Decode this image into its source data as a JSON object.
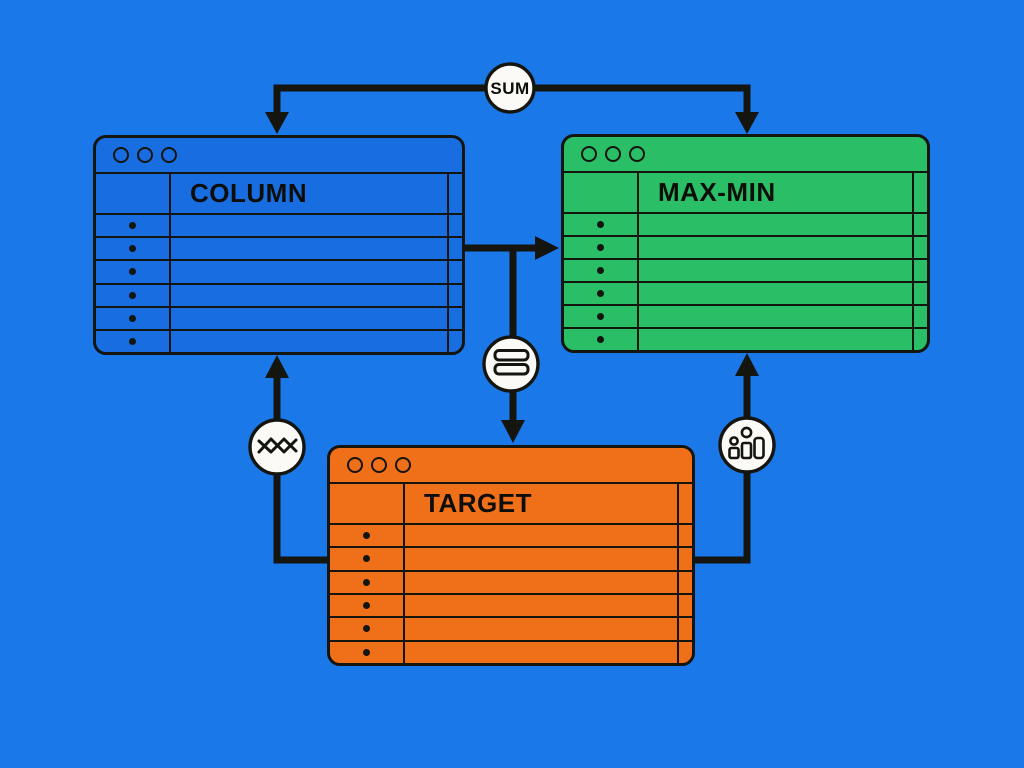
{
  "diagram": {
    "description": "Three window tables linked by arrows: COLUMN and MAX-MIN receive a SUM split from the top, COLUMN flows right into MAX-MIN, an equals junction drops into TARGET, and TARGET feeds back up into COLUMN (trend-line badge) and MAX-MIN (bar-chart badge)."
  },
  "colors": {
    "bg": "#1A78E8",
    "win_blue": "#186EE0",
    "win_green": "#2ABE66",
    "win_orange": "#F0701A",
    "line": "#14150f",
    "badge": "#FBFAF6"
  },
  "badges": {
    "sum_label": "SUM",
    "equals_icon": "equals-icon",
    "trend_icon": "zigzag-line-icon",
    "stats_icon": "bar-chart-icon"
  },
  "windows": {
    "column": {
      "title": "COLUMN",
      "row_count": 6,
      "traffic_lights": 3
    },
    "maxmin": {
      "title": "MAX-MIN",
      "row_count": 6,
      "traffic_lights": 3
    },
    "target": {
      "title": "TARGET",
      "row_count": 6,
      "traffic_lights": 3
    }
  }
}
